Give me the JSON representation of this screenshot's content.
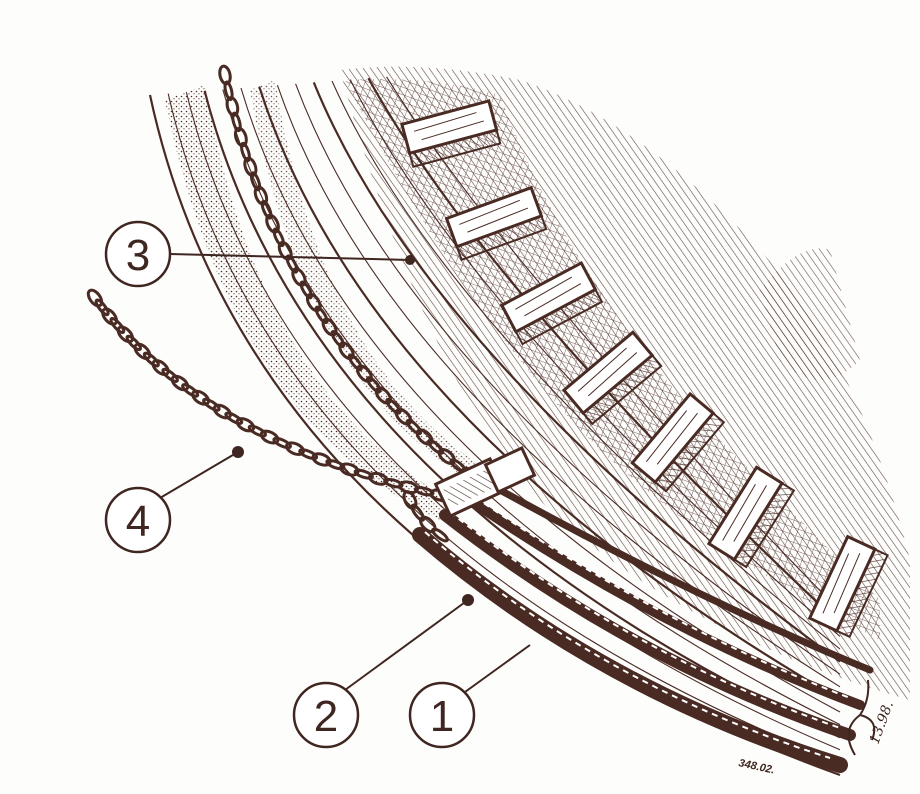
{
  "illustration": {
    "subject": "hull",
    "ink_color": "#4a2b24",
    "paper_color": "#fdfdfc"
  },
  "callouts": [
    {
      "label": "1"
    },
    {
      "label": "2"
    },
    {
      "label": "3"
    },
    {
      "label": "4"
    }
  ],
  "drawing_number": "348.02.",
  "signature_date": "13.98."
}
